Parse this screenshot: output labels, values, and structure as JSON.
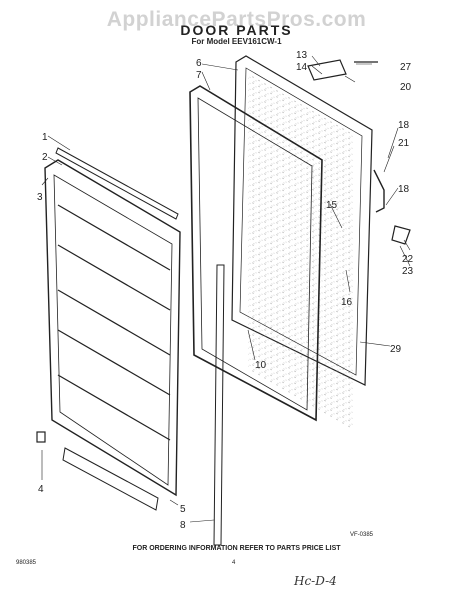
{
  "watermark": "AppliancePartsPros.com",
  "title": "DOOR PARTS",
  "subtitle": "For Model EEV161CW-1",
  "drawing_code": "VF-0385",
  "footer_note": "FOR ORDERING INFORMATION REFER TO PARTS PRICE LIST",
  "doc_number": "980385",
  "page_number": "4",
  "handwritten_note": "Hc-D-4",
  "callouts": [
    "1",
    "2",
    "3",
    "4",
    "5",
    "6",
    "7",
    "8",
    "10",
    "13",
    "14",
    "15",
    "16",
    "18",
    "18",
    "20",
    "21",
    "22",
    "23",
    "27",
    "29"
  ],
  "colors": {
    "ink": "#222222",
    "watermark": "#d2d2d2",
    "paper": "#ffffff"
  }
}
